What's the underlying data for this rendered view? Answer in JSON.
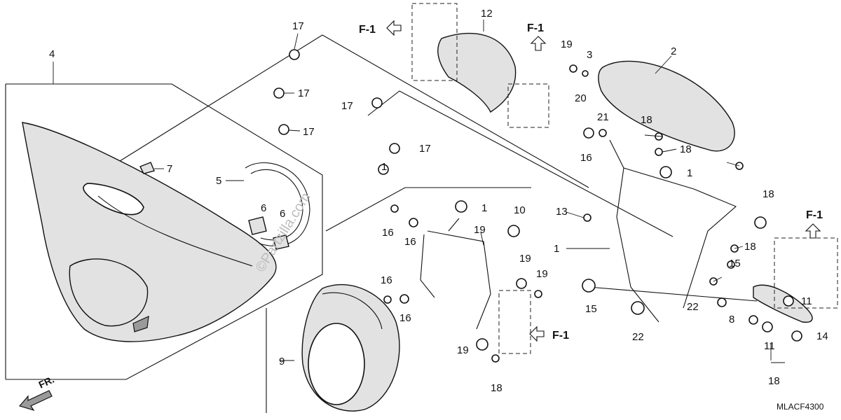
{
  "diagram": {
    "code": "MLACF4300",
    "watermark": "©Partzilla.com",
    "direction_label": "FR.",
    "frame_refs": [
      "F-1",
      "F-1",
      "F-1",
      "F-1"
    ],
    "callouts": [
      "17",
      "4",
      "17",
      "17",
      "5",
      "7",
      "6",
      "6",
      "9",
      "12",
      "19",
      "3",
      "20",
      "2",
      "21",
      "16",
      "18",
      "18",
      "1",
      "17",
      "17",
      "1",
      "1",
      "10",
      "19",
      "16",
      "16",
      "19",
      "19",
      "16",
      "16",
      "19",
      "18",
      "13",
      "1",
      "18",
      "18",
      "15",
      "15",
      "22",
      "22",
      "8",
      "11",
      "11",
      "14",
      "18"
    ]
  }
}
